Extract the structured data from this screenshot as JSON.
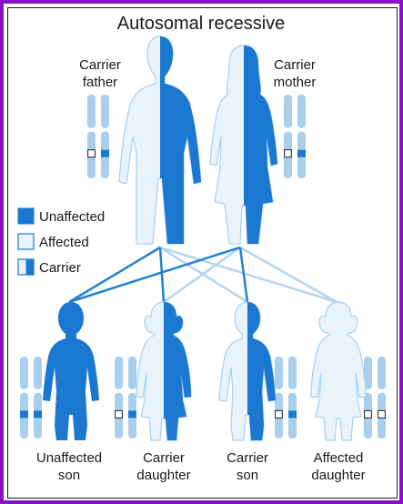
{
  "title": "Autosomal recessive",
  "colors": {
    "dark": "#1a78d0",
    "light": "#e8f3fc",
    "outline": "#a9d0ee",
    "chromosome": "#a8d0ee",
    "band_dark": "#1a78d0",
    "line_dark": "#2480d2",
    "line_light": "#b4d6f0",
    "frame": "#8a10c8"
  },
  "parents": {
    "father": {
      "label_line1": "Carrier",
      "label_line2": "father",
      "status": "carrier",
      "icon": "man-figure-icon"
    },
    "mother": {
      "label_line1": "Carrier",
      "label_line2": "mother",
      "status": "carrier",
      "icon": "woman-figure-icon"
    }
  },
  "legend": [
    {
      "label": "Unaffected",
      "status": "unaffected"
    },
    {
      "label": "Affected",
      "status": "affected"
    },
    {
      "label": "Carrier",
      "status": "carrier"
    }
  ],
  "children": [
    {
      "label_line1": "Unaffected",
      "label_line2": "son",
      "status": "unaffected",
      "icon": "boy-figure-icon"
    },
    {
      "label_line1": "Carrier",
      "label_line2": "daughter",
      "status": "carrier",
      "icon": "girl-figure-icon"
    },
    {
      "label_line1": "Carrier",
      "label_line2": "son",
      "status": "carrier",
      "icon": "boy-figure-icon"
    },
    {
      "label_line1": "Affected",
      "label_line2": "daughter",
      "status": "affected",
      "icon": "girl-figure-icon"
    }
  ]
}
